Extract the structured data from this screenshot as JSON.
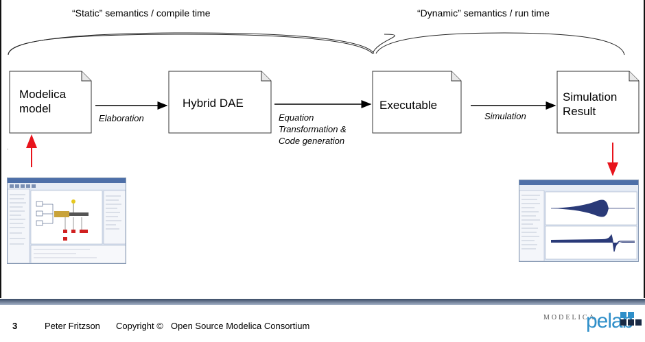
{
  "phases": {
    "static_label": "“Static” semantics / compile time",
    "dynamic_label": "“Dynamic” semantics / run time"
  },
  "boxes": {
    "modelica_model": "Modelica model",
    "hybrid_dae": "Hybrid DAE",
    "executable": "Executable",
    "simulation_result": "Simulation Result"
  },
  "edges": {
    "elaboration": "Elaboration",
    "equation_transformation": "Equation Transformation & Code generation",
    "simulation": "Simulation"
  },
  "colors": {
    "arrow_red": "#e8141c",
    "pelab_blue": "#2f8fc9",
    "footer_bar": "#3a4b66"
  },
  "footer": {
    "page_number": "3",
    "author": "Peter Fritzson",
    "copyright_label": "Copyright ©",
    "organization": "Open Source Modelica Consortium",
    "logo_modelica": "MODELICA",
    "logo_pelab": "pelab"
  }
}
